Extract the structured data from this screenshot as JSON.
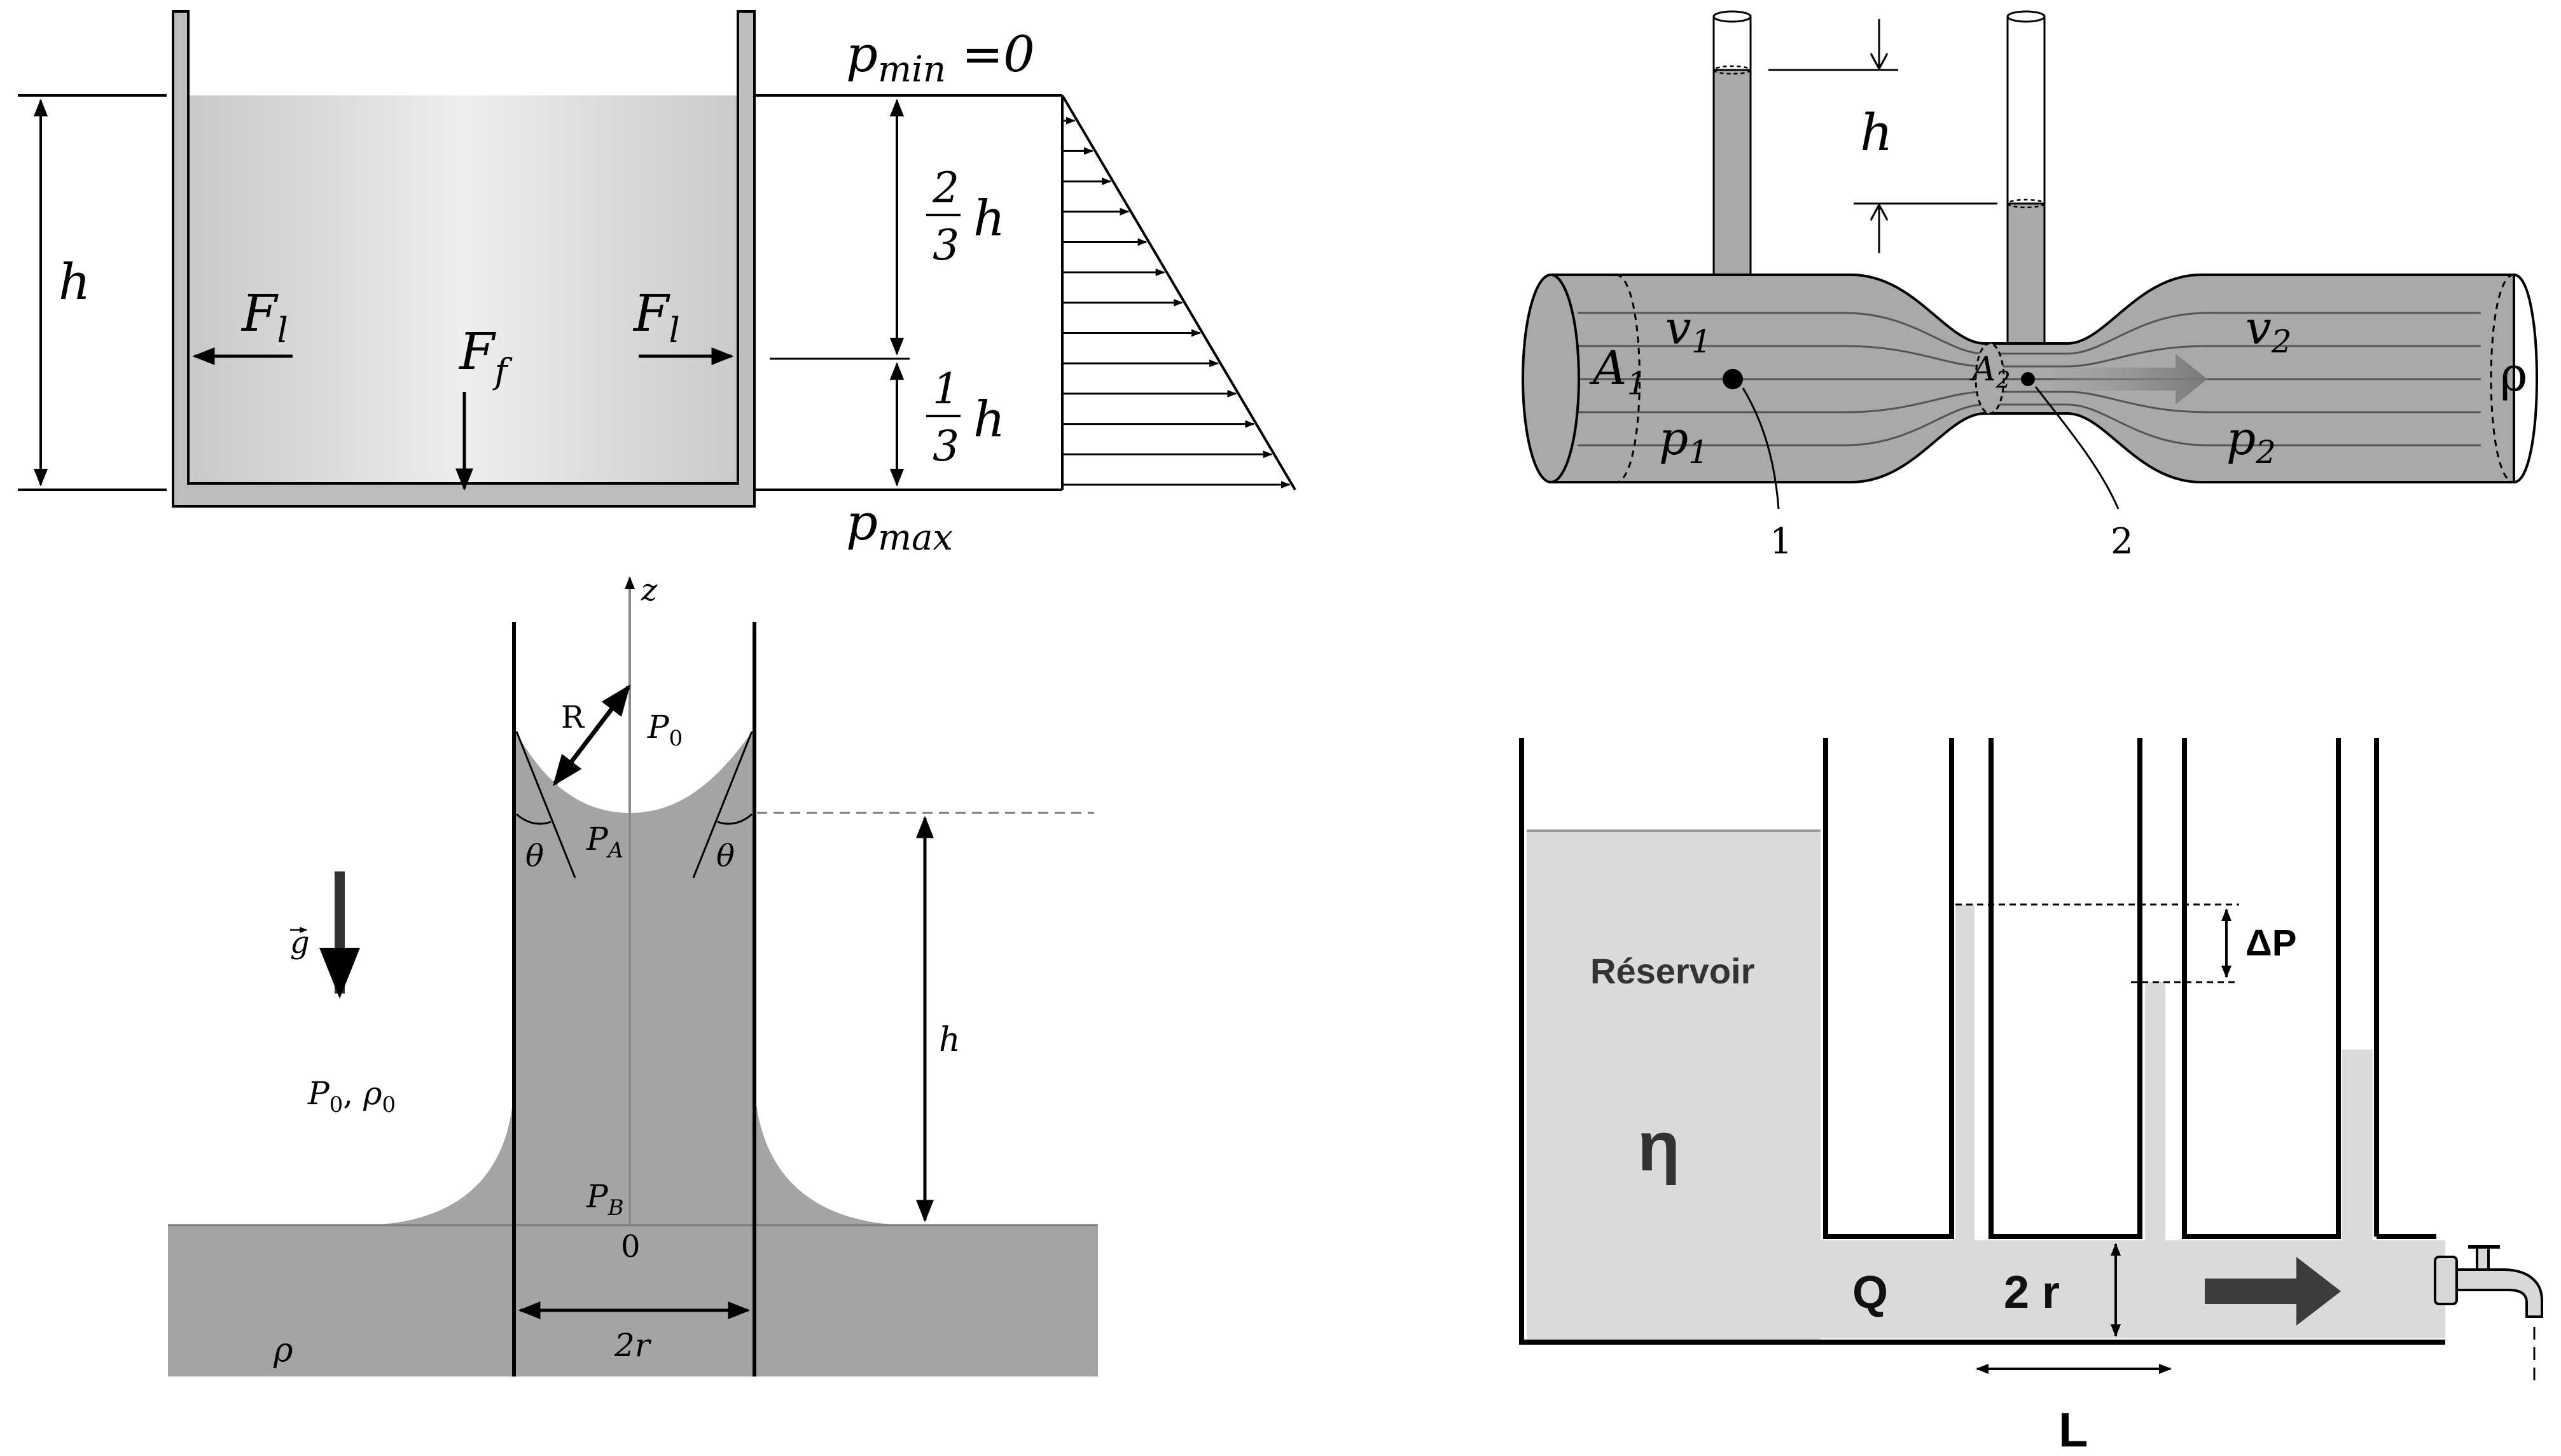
{
  "hydrostatic_tank": {
    "height_label": "h",
    "p_min": "p",
    "p_min_sub": "min",
    "p_min_value": " =0",
    "p_max": "p",
    "p_max_sub": "max",
    "lateral_force": "F",
    "lateral_force_sub": "l",
    "bottom_force": "F",
    "bottom_force_sub": "f",
    "upper_fraction_num": "2",
    "upper_fraction_den": "3",
    "upper_fraction_var": "h",
    "lower_fraction_num": "1",
    "lower_fraction_den": "3",
    "lower_fraction_var": "h"
  },
  "venturi": {
    "height_label": "h",
    "area_1": "A",
    "area_1_sub": "1",
    "area_2": "A",
    "area_2_sub": "2",
    "velocity_1": "v",
    "velocity_1_sub": "1",
    "velocity_2": "v",
    "velocity_2_sub": "2",
    "pressure_1": "p",
    "pressure_1_sub": "1",
    "pressure_2": "p",
    "pressure_2_sub": "2",
    "density": "ρ",
    "point_1": "1",
    "point_2": "2"
  },
  "capillary": {
    "axis": "z",
    "radius": "R",
    "p_zero": "P",
    "p_zero_sub": "0",
    "p_a": "P",
    "p_a_sub": "A",
    "p_b": "P",
    "p_b_sub": "B",
    "theta": "θ",
    "gravity": "g",
    "height": "h",
    "ambient_p": "P",
    "ambient_p_sub": "0",
    "ambient_sep": ", ",
    "ambient_rho": "ρ",
    "ambient_rho_sub": "0",
    "origin": "0",
    "diameter": "2r",
    "liquid_density": "ρ"
  },
  "poiseuille": {
    "reservoir": "Réservoir",
    "viscosity": "η",
    "delta_p": "ΔP",
    "flow_rate": "Q",
    "radius": "2 r",
    "length": "L"
  }
}
